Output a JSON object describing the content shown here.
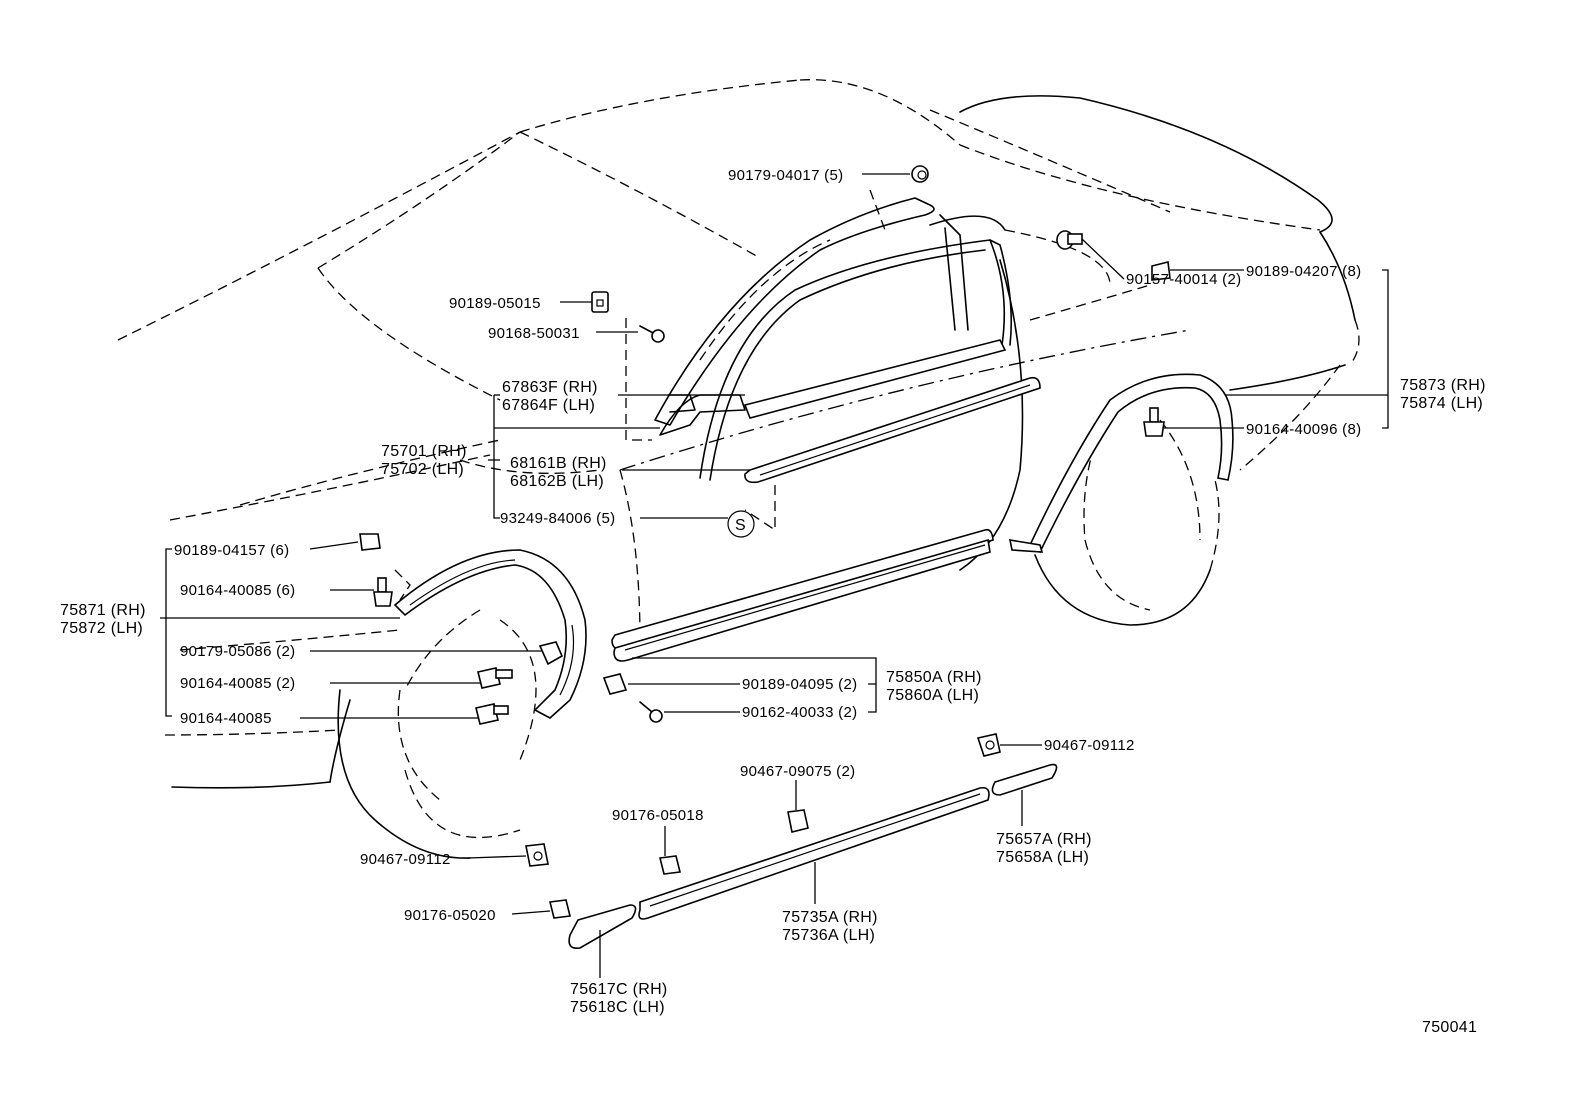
{
  "diagram": {
    "drawing_number": "750041",
    "labels": [
      {
        "id": "l01",
        "text": "90179-04017 (5)"
      },
      {
        "id": "l02",
        "text": "90157-40014 (2)"
      },
      {
        "id": "l03",
        "text": "90189-05015"
      },
      {
        "id": "l04",
        "text": "90168-50031"
      },
      {
        "id": "l05",
        "text": "90189-04207 (8)"
      },
      {
        "id": "l06",
        "text": "75873 (RH)"
      },
      {
        "id": "l07",
        "text": "75874 (LH)"
      },
      {
        "id": "l08",
        "text": "90164-40096 (8)"
      },
      {
        "id": "l09",
        "text": "67863F (RH)"
      },
      {
        "id": "l10",
        "text": "67864F (LH)"
      },
      {
        "id": "l11",
        "text": "75701 (RH)"
      },
      {
        "id": "l12",
        "text": "75702 (LH)"
      },
      {
        "id": "l13",
        "text": "68161B (RH)"
      },
      {
        "id": "l14",
        "text": "68162B (LH)"
      },
      {
        "id": "l15",
        "text": "93249-84006 (5)"
      },
      {
        "id": "l16",
        "text": "S"
      },
      {
        "id": "l17",
        "text": "90189-04157 (6)"
      },
      {
        "id": "l18",
        "text": "90164-40085 (6)"
      },
      {
        "id": "l19",
        "text": "75871 (RH)"
      },
      {
        "id": "l20",
        "text": "75872 (LH)"
      },
      {
        "id": "l21",
        "text": "90179-05086 (2)"
      },
      {
        "id": "l22",
        "text": "90164-40085 (2)"
      },
      {
        "id": "l23",
        "text": "90164-40085"
      },
      {
        "id": "l24",
        "text": "90189-04095 (2)"
      },
      {
        "id": "l25",
        "text": "90162-40033 (2)"
      },
      {
        "id": "l26",
        "text": "75850A (RH)"
      },
      {
        "id": "l27",
        "text": "75860A (LH)"
      },
      {
        "id": "l28",
        "text": "90467-09112"
      },
      {
        "id": "l29",
        "text": "90467-09075 (2)"
      },
      {
        "id": "l30",
        "text": "90176-05018"
      },
      {
        "id": "l31",
        "text": "75657A (RH)"
      },
      {
        "id": "l32",
        "text": "75658A (LH)"
      },
      {
        "id": "l33",
        "text": "90467-09112"
      },
      {
        "id": "l34",
        "text": "90176-05020"
      },
      {
        "id": "l35",
        "text": "75735A (RH)"
      },
      {
        "id": "l36",
        "text": "75736A (LH)"
      },
      {
        "id": "l37",
        "text": "75617C (RH)"
      },
      {
        "id": "l38",
        "text": "75618C (LH)"
      }
    ]
  }
}
